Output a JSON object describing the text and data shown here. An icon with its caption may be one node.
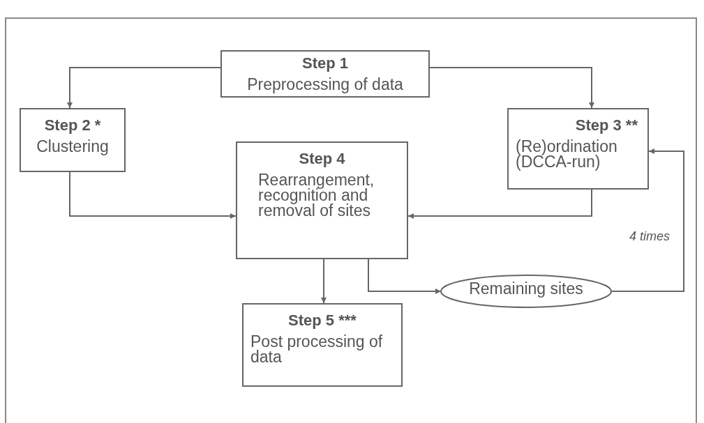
{
  "diagram": {
    "nodes": [
      {
        "text": [
          "Step 1",
          "Preprocessing of data"
        ]
      },
      {
        "text": [
          "Step 2 *",
          "Clustering"
        ]
      },
      {
        "text": [
          "Step 3 **",
          "(Re)ordination (DCCA-run)"
        ]
      },
      {
        "text": [
          "Step 4",
          "Rearrangement, recognition and removal of sites"
        ]
      },
      {
        "text": [
          "Step 5 ***",
          "Post processing of data"
        ]
      },
      {
        "text": [
          "Remaining sites"
        ]
      }
    ],
    "edges": [
      {
        "from": 0,
        "to": 1,
        "arrow": "to"
      },
      {
        "from": 0,
        "to": 2,
        "arrow": "to"
      },
      {
        "from": 1,
        "to": 3,
        "arrow": "to"
      },
      {
        "from": 2,
        "to": 3,
        "arrow": "to"
      },
      {
        "from": 3,
        "to": 4,
        "arrow": "to"
      },
      {
        "from": 3,
        "to": 5,
        "arrow": "to"
      },
      {
        "from": 5,
        "to": 2,
        "arrow": "to",
        "label": "4 times"
      }
    ]
  }
}
